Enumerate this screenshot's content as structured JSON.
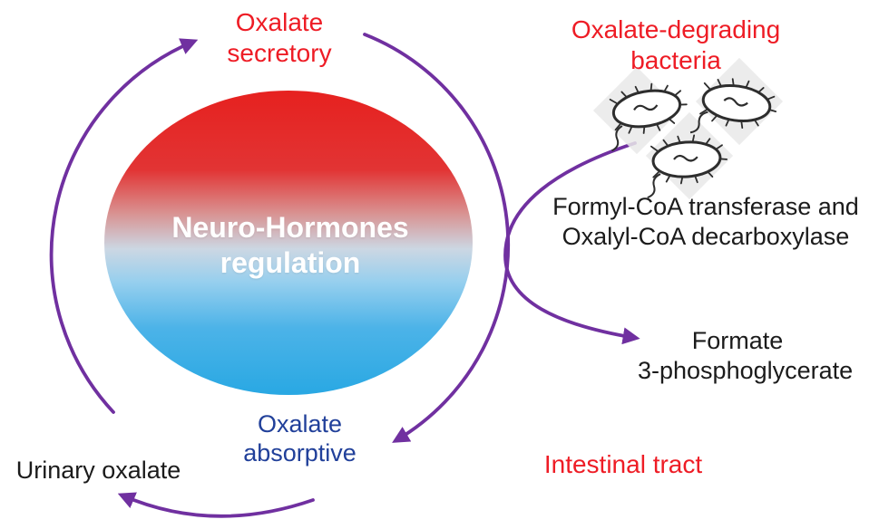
{
  "colors": {
    "red": "#ee1c25",
    "navy": "#21409a",
    "purple": "#7030a0",
    "text_black": "#1b1b1b",
    "white": "#ffffff",
    "ellipse_red": "#e6211f",
    "ellipse_blue": "#29a8e3",
    "bacteria_outline": "#2d2d2d",
    "diamond_gray": "#e9e9e9"
  },
  "labels": {
    "oxalate_secretory": {
      "line1": "Oxalate",
      "line2": "secretory"
    },
    "neuro_hormones": {
      "line1": "Neuro-Hormones",
      "line2": "regulation"
    },
    "oxalate_absorptive": {
      "line1": "Oxalate",
      "line2": "absorptive"
    },
    "urinary_oxalate": "Urinary oxalate",
    "oxalate_degrading_bacteria": {
      "line1": "Oxalate-degrading",
      "line2": "bacteria"
    },
    "enzymes": {
      "line1": "Formyl-CoA transferase and",
      "line2": "Oxalyl-CoA decarboxylase"
    },
    "products": {
      "line1": "Formate",
      "line2": "3-phosphoglycerate"
    },
    "intestinal_tract": "Intestinal tract"
  },
  "icons": {
    "bacterium": "bacterium-icon",
    "cycle_arrows": "purple-curved-arrow"
  }
}
